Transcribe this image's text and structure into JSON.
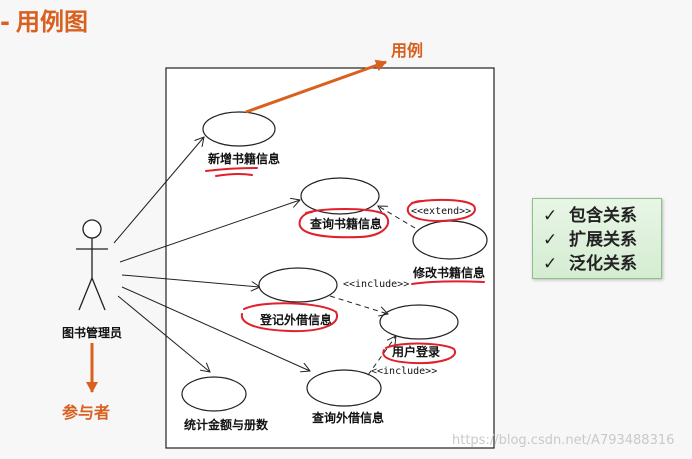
{
  "title": "用例图",
  "annotations": {
    "use_case_pointer": "用例",
    "actor_pointer": "参与者"
  },
  "actor": {
    "name": "图书管理员"
  },
  "use_cases": {
    "add_book": "新增书籍信息",
    "query_book": "查询书籍信息",
    "modify_book": "修改书籍信息",
    "borrow_register": "登记外借信息",
    "user_login": "用户登录",
    "stats": "统计金额与册数",
    "query_borrow": "查询外借信息"
  },
  "relations": {
    "extend": "<<extend>>",
    "include_1": "<<include>>",
    "include_2": "<<include>>"
  },
  "legend": {
    "check_glyph": "✓",
    "items": [
      "包含关系",
      "扩展关系",
      "泛化关系"
    ]
  },
  "watermark": "https://blog.csdn.net/A793488316",
  "colors": {
    "accent": "#d9601f",
    "highlight_red": "#e0202a",
    "legend_bg": "#dff2dc"
  }
}
